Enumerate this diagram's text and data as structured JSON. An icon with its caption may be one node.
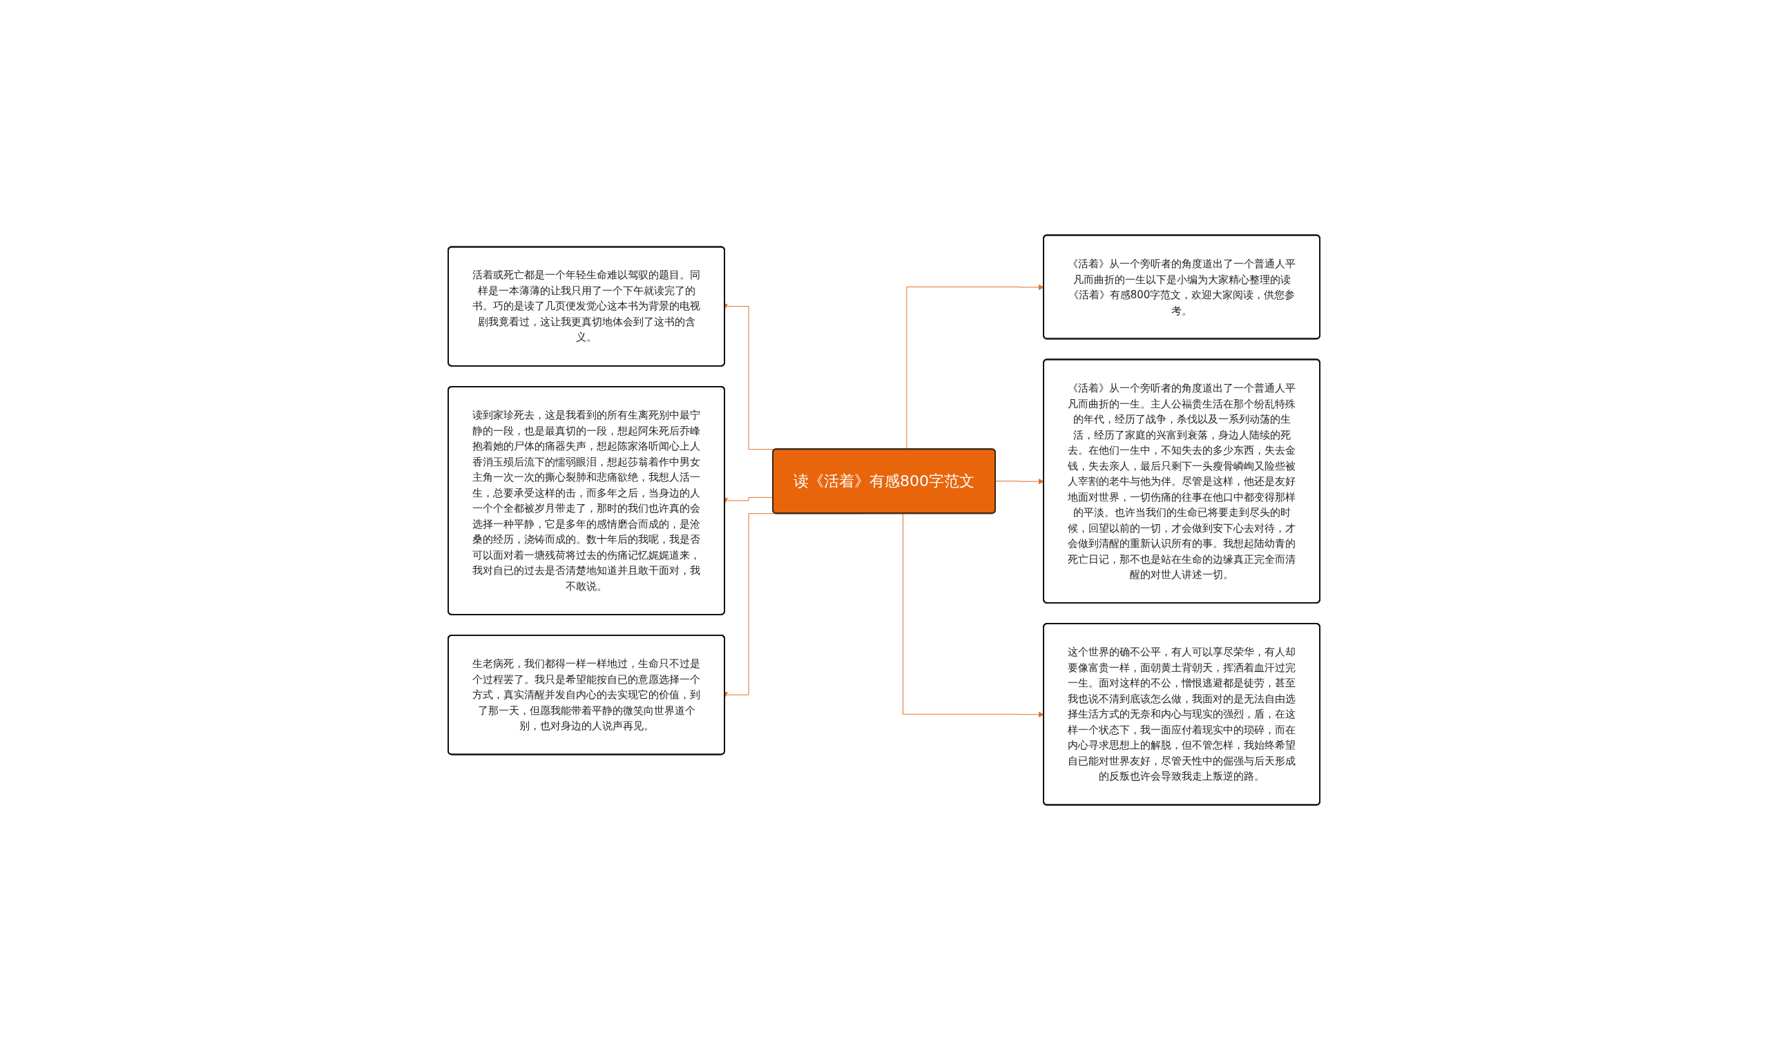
{
  "diagram": {
    "nodes": [
      {
        "text": [
          "读《活着》有感800字范文"
        ]
      },
      {
        "text": [
          "《活着》从一个旁听者的角度道出了一个普通人平凡而曲折的一生以下是小编为大家精心整理的读《活着》有感800字范文，欢迎大家阅读，供您参考。"
        ]
      },
      {
        "text": [
          "《活着》从一个旁听者的角度道出了一个普通人平凡而曲折的一生。主人公福贵生活在那个纷乱特殊的年代，经历了战争，杀伐以及一系列动荡的生活，经历了家庭的兴富到衰落，身边人陆续的死去。在他们一生中，不知失去的多少东西，失去金钱，失去亲人，最后只剩下一头瘦骨嶙峋又险些被人宰割的老牛与他为伴。尽管是这样，他还是友好地面对世界，一切伤痛的往事在他口中都变得那样的平淡。也许当我们的生命已将要走到尽头的时候，回望以前的一切，才会做到安下心去对待，才会做到清醒的重新认识所有的事。我想起陆幼青的死亡日记，那不也是站在生命的边缘真正完全而清醒的对世人讲述一切。"
        ]
      },
      {
        "text": [
          "这个世界的确不公平，有人可以享尽荣华，有人却要像富贵一样，面朝黄土背朝天，挥洒着血汗过完一生。面对这样的不公，憎恨逃避都是徒劳，甚至我也说不清到底该怎么做，我面对的是无法自由选择生活方式的无奈和内心与现实的强烈，盾，在这样一个状态下，我一面应付着现实中的琐碎，而在内心寻求思想上的解脱，但不管怎样，我始终希望自已能对世界友好，尽管天性中的倔强与后天形成的反叛也许会导致我走上叛逆的路。"
        ]
      },
      {
        "text": [
          "活着或死亡都是一个年轻生命难以驾驭的题目。同样是一本薄薄的让我只用了一个下午就读完了的书。巧的是读了几页便发觉心这本书为背景的电视剧我竟看过，这让我更真切地体会到了这书的含义。"
        ]
      },
      {
        "text": [
          "读到家珍死去，这是我看到的所有生离死别中最宁静的一段，也是最真切的一段，想起阿朱死后乔峰抱着她的尸体的痛器失声，想起陈家洛听闻心上人香消玉殒后流下的懦弱眼泪，想起莎翁着作中男女主角一次一次的撕心裂肺和悲痛欲绝，我想人活一生，总要承受这样的击，而多年之后，当身边的人一个个全都被岁月带走了，那时的我们也许真的会选择一种平静，它是多年的感情磨合而成的，是沧桑的经历，浇铸而成的。数十年后的我呢，我是否可以面对着一塘残荷将过去的伤痛记忆娓娓道来，我对自已的过去是否清楚地知道并且敢干面对，我不敢说。"
        ]
      },
      {
        "text": [
          "生老病死，我们都得一样一样地过，生命只不过是个过程罢了。我只是希望能按自已的意愿选择一个方式，真实清醒并发自内心的去实现它的价值，到了那一天，但愿我能带着平静的微笑向世界道个别，也对身边的人说声再见。"
        ]
      }
    ],
    "edges": [
      {
        "from": 0,
        "to": 1,
        "arrow": "to"
      },
      {
        "from": 0,
        "to": 2,
        "arrow": "to"
      },
      {
        "from": 0,
        "to": 3,
        "arrow": "to"
      },
      {
        "from": 0,
        "to": 4,
        "arrow": "to"
      },
      {
        "from": 0,
        "to": 5,
        "arrow": "to"
      },
      {
        "from": 0,
        "to": 6,
        "arrow": "to"
      }
    ]
  }
}
